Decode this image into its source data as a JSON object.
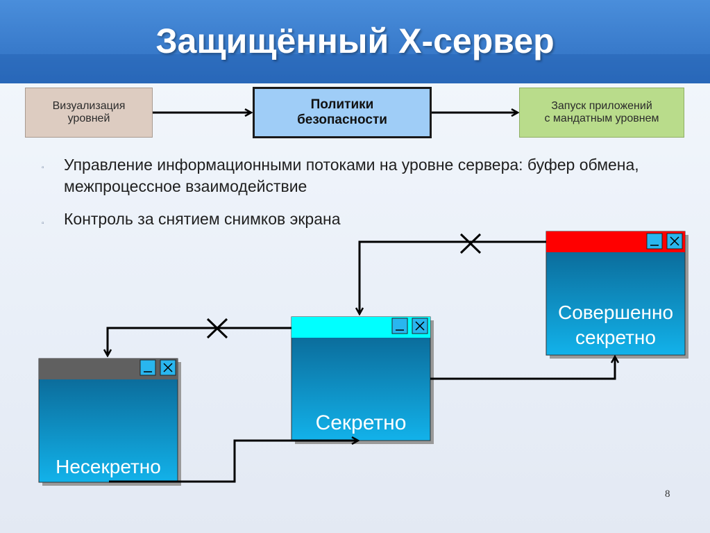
{
  "title": "Защищённый X-сервер",
  "flow": {
    "left": "Визуализация\nуровней",
    "middle": "Политики\nбезопасности",
    "right": "Запуск приложений\nс мандатным уровнем"
  },
  "bullets": [
    "Управление информационными потоками на уровне сервера: буфер обмена, межпроцессное взаимодействие",
    "Контроль за снятием снимков экрана"
  ],
  "windows": {
    "unclassified": {
      "label": "Несекретно",
      "titlebar_color": "#606060"
    },
    "secret": {
      "label": "Секретно",
      "titlebar_color": "#00ffff"
    },
    "top_secret": {
      "label": "Совершенно\nсекретно",
      "titlebar_color": "#ff0000"
    }
  },
  "window_buttons": {
    "minimize": "_",
    "close": "×"
  },
  "page_number": "8"
}
